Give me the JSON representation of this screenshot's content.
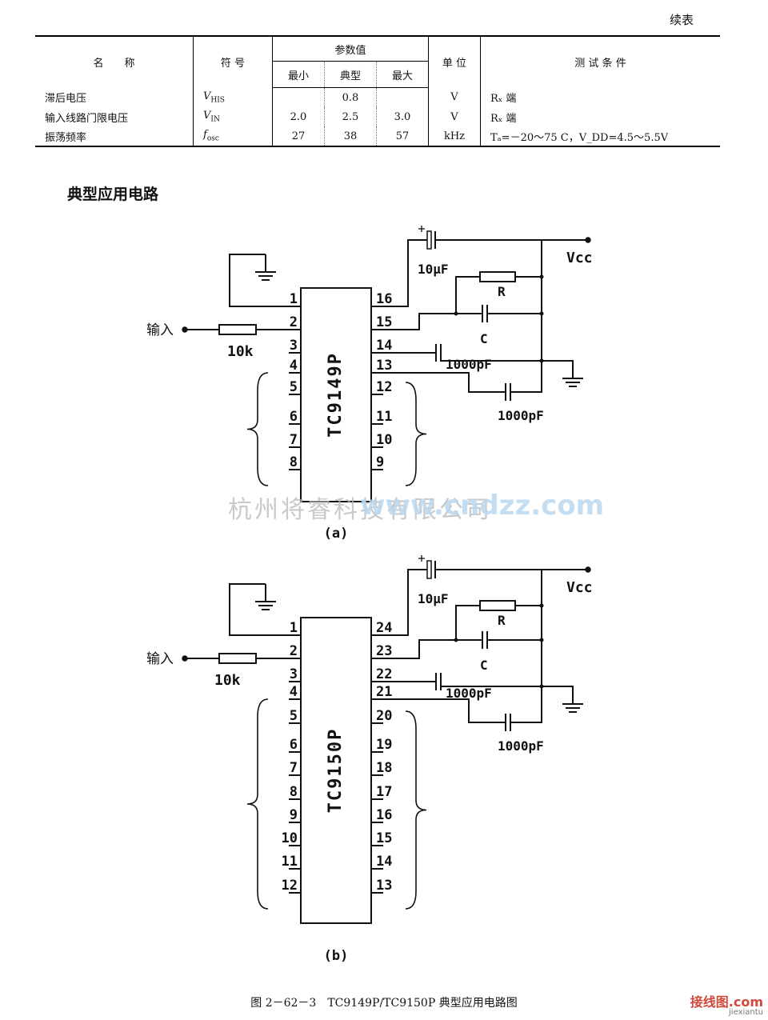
{
  "continued_label": "续表",
  "table": {
    "headers": {
      "name": "名　　称",
      "symbol": "符 号",
      "param_group": "参数值",
      "min": "最小",
      "typ": "典型",
      "max": "最大",
      "unit": "单 位",
      "conditions": "测 试 条 件"
    },
    "rows": [
      {
        "name": "滞后电压",
        "symbol": "V",
        "symbol_sub": "HIS",
        "min": "",
        "typ": "0.8",
        "max": "",
        "unit": "V",
        "cond": "Rₓ 端"
      },
      {
        "name": "输入线路门限电压",
        "symbol": "V",
        "symbol_sub": "IN",
        "min": "2.0",
        "typ": "2.5",
        "max": "3.0",
        "unit": "V",
        "cond": "Rₓ 端"
      },
      {
        "name": "振荡频率",
        "symbol": "f",
        "symbol_sub": "osc",
        "min": "27",
        "typ": "38",
        "max": "57",
        "unit": "kHz",
        "cond": "Tₐ=－20～75 C，V_DD=4.5～5.5V"
      }
    ]
  },
  "section_title": "典型应用电路",
  "circuit_a": {
    "chip": "TC9149P",
    "input_label": "输入",
    "resistor_label": "10k",
    "cap_top": "10μF",
    "vcc": "Vcc",
    "r_label": "R",
    "c_label": "C",
    "cap_14": "1000pF",
    "cap_13": "1000pF",
    "sub": "(a)",
    "left_pins": [
      "1",
      "2",
      "3",
      "4",
      "5",
      "6",
      "7",
      "8"
    ],
    "right_pins": [
      "16",
      "15",
      "14",
      "13",
      "12",
      "11",
      "10",
      "9"
    ]
  },
  "circuit_b": {
    "chip": "TC9150P",
    "input_label": "输入",
    "resistor_label": "10k",
    "cap_top": "10μF",
    "vcc": "Vcc",
    "r_label": "R",
    "c_label": "C",
    "cap_22": "1000pF",
    "cap_21": "1000pF",
    "sub": "(b)",
    "left_pins": [
      "1",
      "2",
      "3",
      "4",
      "5",
      "6",
      "7",
      "8",
      "9",
      "10",
      "11",
      "12"
    ],
    "right_pins": [
      "24",
      "23",
      "22",
      "21",
      "20",
      "19",
      "18",
      "17",
      "16",
      "15",
      "14",
      "13"
    ]
  },
  "caption": "图 2－62－3　TC9149P/TC9150P 典型应用电路图",
  "watermark_text": "杭州将睿科技有限公司",
  "watermark_url": "www.cndzz.com",
  "logo_text": "接线图.com",
  "logo_sub": "jiexiantu"
}
